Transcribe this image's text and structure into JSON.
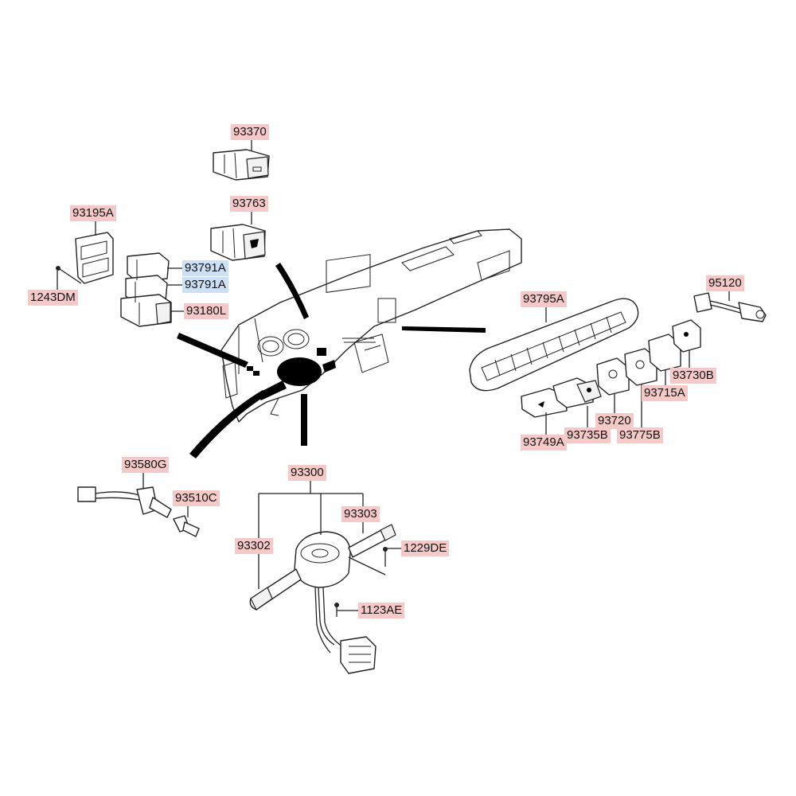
{
  "labels": {
    "93370": "93370",
    "93763": "93763",
    "93195A": "93195A",
    "93791A_1": "93791A",
    "93791A_2": "93791A",
    "93180L": "93180L",
    "1243DM": "1243DM",
    "93795A": "93795A",
    "95120": "95120",
    "93730B": "93730B",
    "93715A": "93715A",
    "93720": "93720",
    "93735B": "93735B",
    "93775B": "93775B",
    "93749A": "93749A",
    "93580G": "93580G",
    "93510C": "93510C",
    "93300": "93300",
    "93303": "93303",
    "93302": "93302",
    "1229DE": "1229DE",
    "1123AE": "1123AE"
  },
  "colors": {
    "label_highlight": "#f6c9c9",
    "label_selected": "#cde0f6",
    "line": "#222222"
  }
}
